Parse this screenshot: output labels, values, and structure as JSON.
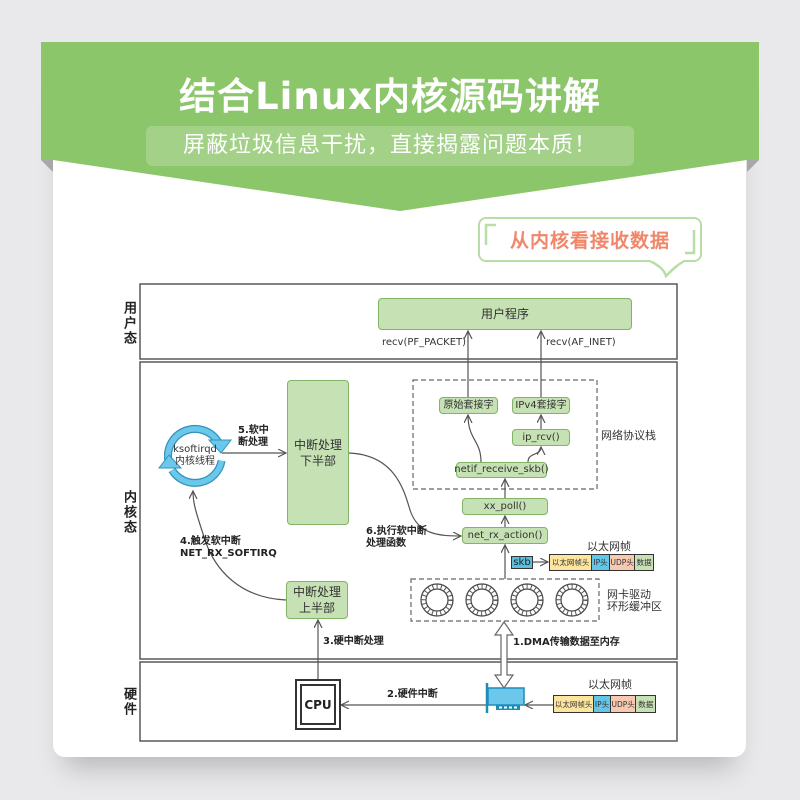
{
  "banner": {
    "title": "结合Linux内核源码讲解",
    "subtitle": "屏蔽垃圾信息干扰，直接揭露问题本质！"
  },
  "callout": {
    "text": "从内核看接收数据"
  },
  "diagram": {
    "layers": {
      "user": "用户态",
      "kernel": "内核态",
      "hardware": "硬件"
    },
    "user_space": {
      "user_program": "用户程序",
      "recv_packet": "recv(PF_PACKET)",
      "recv_inet": "recv(AF_INET)"
    },
    "protocol_stack": {
      "label": "网络协议栈",
      "raw_socket": "原始套接字",
      "ipv4_socket": "IPv4套接字",
      "ip_rcv": "ip_rcv()",
      "netif_receive_skb": "netif_receive_skb()"
    },
    "softirq": {
      "xx_poll": "xx_poll()",
      "net_rx_action": "net_rx_action()",
      "ksoftirqd": {
        "name": "ksoftirqd",
        "desc": "内核线程"
      },
      "bottom_half": {
        "line1": "中断处理",
        "line2": "下半部"
      },
      "top_half": {
        "line1": "中断处理",
        "line2": "上半部"
      }
    },
    "driver": {
      "skb": "skb",
      "ring_buffer_label": {
        "line1": "网卡驱动",
        "line2": "环形缓冲区"
      },
      "ring_slots": 4
    },
    "hardware": {
      "cpu": "CPU"
    },
    "steps": {
      "step1": "1.DMA传输数据至内存",
      "step2": "2.硬件中断",
      "step3": "3.硬中断处理",
      "step4": {
        "line1": "4.触发软中断",
        "line2": "NET_RX_SOFTIRQ"
      },
      "step5": {
        "line1": "5.软中",
        "line2": "断处理"
      },
      "step6": {
        "line1": "6.执行软中断",
        "line2": "处理函数"
      }
    },
    "ethernet_frame": {
      "title": "以太网帧",
      "segments": [
        {
          "label": "以太网帧头",
          "color": "#fde59f"
        },
        {
          "label": "IP头",
          "color": "#63c5e7"
        },
        {
          "label": "UDP头",
          "color": "#f8c9b1"
        },
        {
          "label": "数据",
          "color": "#c6e1b4"
        }
      ]
    }
  },
  "colors": {
    "banner_green": "#8bc66a",
    "box_fill": "#c6e1b4",
    "box_border": "#82b366",
    "callout_text": "#f0876a",
    "callout_border": "#b9dea5",
    "ksoftirqd_blue": "#6cc8ea",
    "nic_blue": "#6cc8ea"
  }
}
